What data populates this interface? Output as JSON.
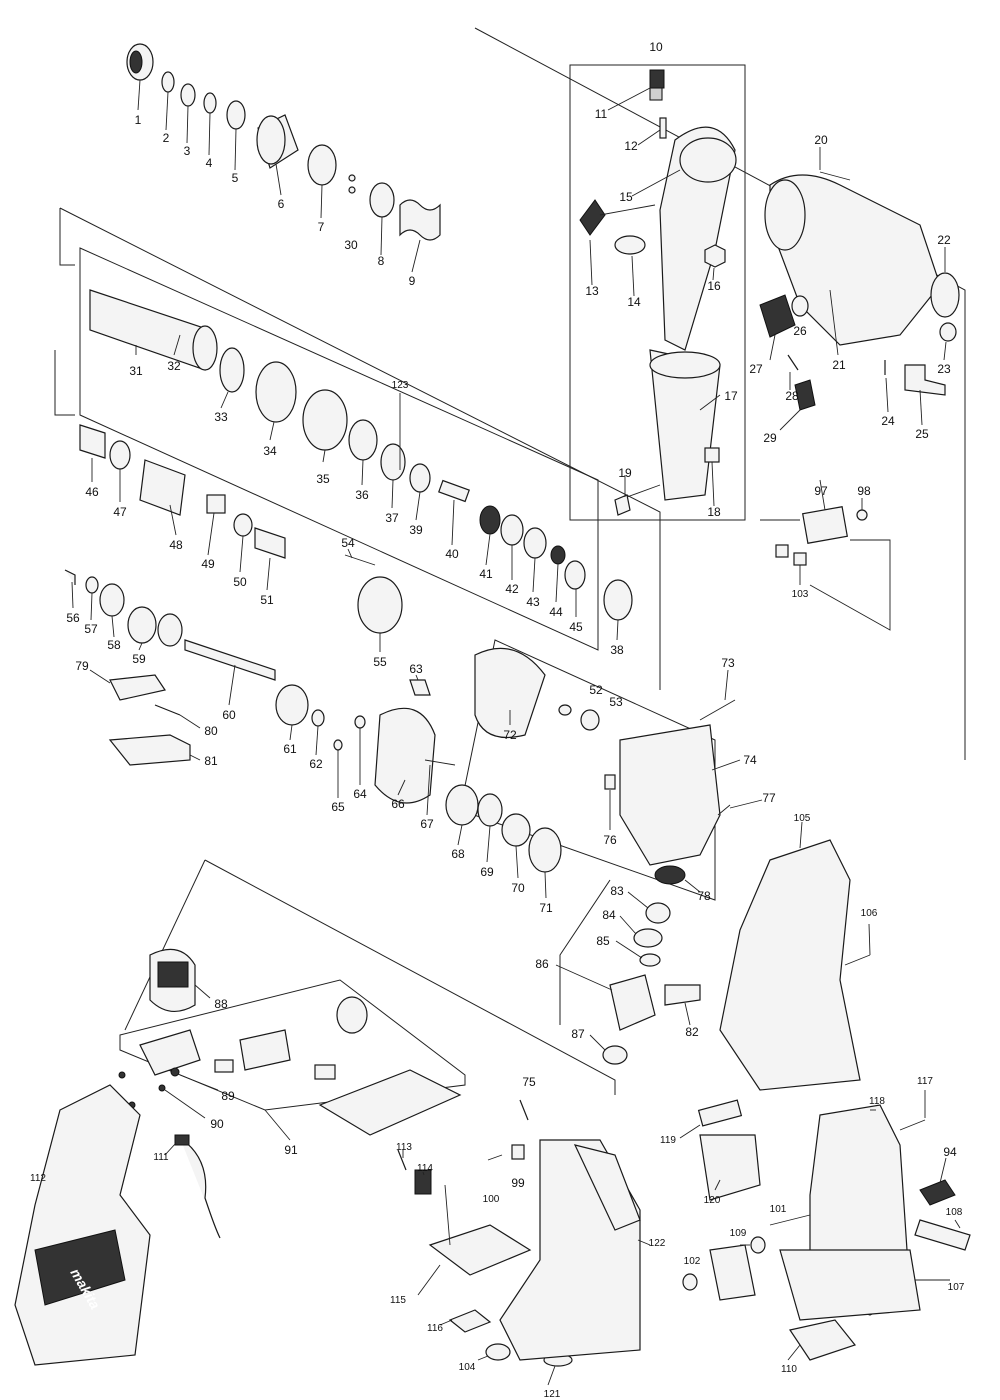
{
  "brand_logo": "makita",
  "part_labels": [
    "1",
    "2",
    "3",
    "4",
    "5",
    "6",
    "7",
    "8",
    "9",
    "10",
    "11",
    "12",
    "13",
    "14",
    "15",
    "16",
    "17",
    "18",
    "19",
    "20",
    "21",
    "22",
    "23",
    "24",
    "25",
    "26",
    "27",
    "28",
    "29",
    "30",
    "31",
    "32",
    "33",
    "34",
    "35",
    "36",
    "37",
    "38",
    "39",
    "40",
    "41",
    "42",
    "43",
    "44",
    "45",
    "46",
    "47",
    "48",
    "49",
    "50",
    "51",
    "52",
    "53",
    "54",
    "55",
    "56",
    "57",
    "58",
    "59",
    "60",
    "61",
    "62",
    "63",
    "64",
    "65",
    "66",
    "67",
    "68",
    "69",
    "70",
    "71",
    "72",
    "73",
    "74",
    "75",
    "76",
    "77",
    "78",
    "79",
    "80",
    "81",
    "82",
    "83",
    "84",
    "85",
    "86",
    "87",
    "88",
    "89",
    "90",
    "91",
    "94",
    "97",
    "98",
    "99",
    "100",
    "101",
    "102",
    "103",
    "104",
    "105",
    "106",
    "107",
    "108",
    "109",
    "110",
    "111",
    "112",
    "113",
    "114",
    "115",
    "116",
    "117",
    "118",
    "119",
    "120",
    "121",
    "122",
    "123"
  ]
}
